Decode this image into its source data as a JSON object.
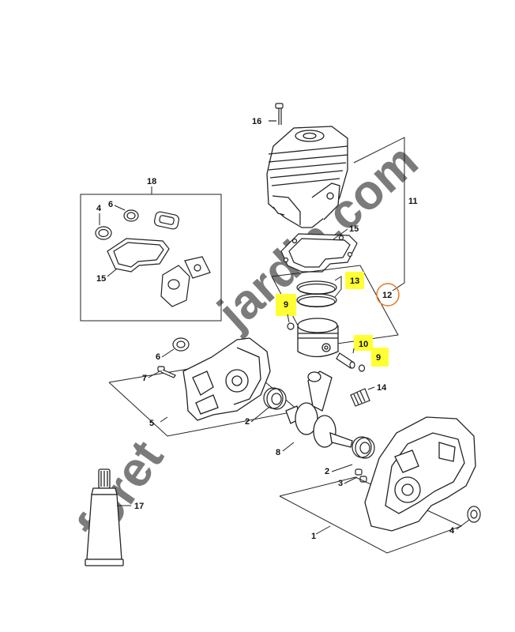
{
  "watermark": {
    "part1": "foret",
    "part2": "jardin.com",
    "color1": "#d6e8a0",
    "color2": "#e9c8a0",
    "accent": "#e07a2a"
  },
  "highlight_color": "#ffff33",
  "circle_color": "#e07a2a",
  "labels": {
    "p16": "16",
    "p18": "18",
    "p11": "11",
    "p4a": "4",
    "p6a": "6",
    "p15a": "15",
    "p15b": "15",
    "p13": "13",
    "p12": "12",
    "p9a": "9",
    "p10": "10",
    "p9b": "9",
    "p6b": "6",
    "p7": "7",
    "p14": "14",
    "p5": "5",
    "p2a": "2",
    "p8": "8",
    "p2b": "2",
    "p3": "3",
    "p17": "17",
    "p4b": "4",
    "p1": "1"
  }
}
